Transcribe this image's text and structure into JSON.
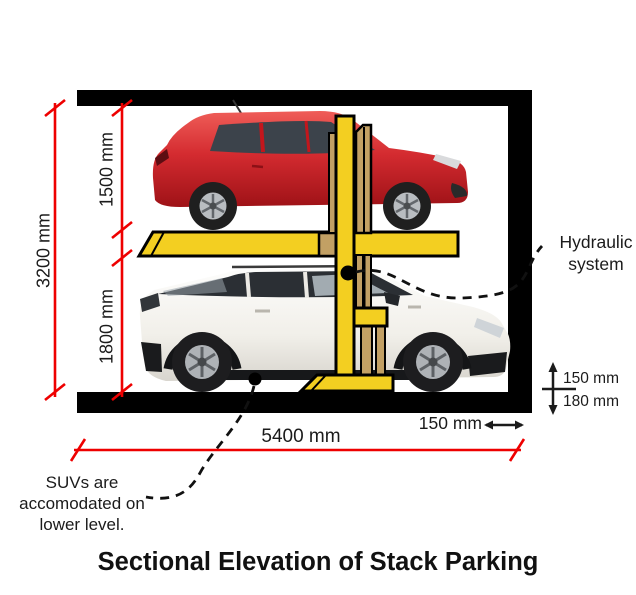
{
  "diagram": {
    "title": "Sectional Elevation of Stack Parking",
    "dimensions": {
      "total_height": "3200 mm",
      "upper_level_height": "1500 mm",
      "lower_level_height": "1800 mm",
      "total_width": "5400 mm",
      "column_width": "150 mm",
      "platform_top_thickness": "150 mm",
      "platform_bottom_thickness": "180 mm"
    },
    "callouts": {
      "hydraulic": {
        "line1": "Hydraulic",
        "line2": "system"
      },
      "suv_note": {
        "line1": "SUVs are",
        "line2": "accomodated on",
        "line3": "lower level."
      }
    },
    "colors": {
      "dimension_red": "#ee0000",
      "lift_yellow": "#f3cf21",
      "lift_tan": "#c2a064",
      "structure_black": "#000000",
      "car_red": "#d42b30",
      "car_white": "#f2f1ee"
    }
  }
}
